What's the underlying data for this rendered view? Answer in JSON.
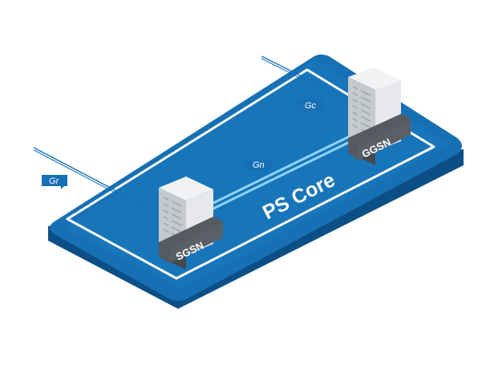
{
  "platform": {
    "label": "PS Core",
    "colors": {
      "top": "#1a74b8",
      "side": "#0f5d9a",
      "edge": "#0b4c80",
      "outline": "#ffffff"
    }
  },
  "nodes": {
    "sgsn": {
      "label": "SGSN"
    },
    "ggsn": {
      "label": "GGSN"
    }
  },
  "interfaces": {
    "gr": {
      "label": "Gr"
    },
    "gc": {
      "label": "Gc"
    },
    "gn": {
      "label": "Gn"
    }
  },
  "colors": {
    "tag": "#1a74b8",
    "link": "#8fd3f5",
    "plate": "#555a60",
    "server_front": "#c9cdd2",
    "server_side": "#e9ebee"
  }
}
